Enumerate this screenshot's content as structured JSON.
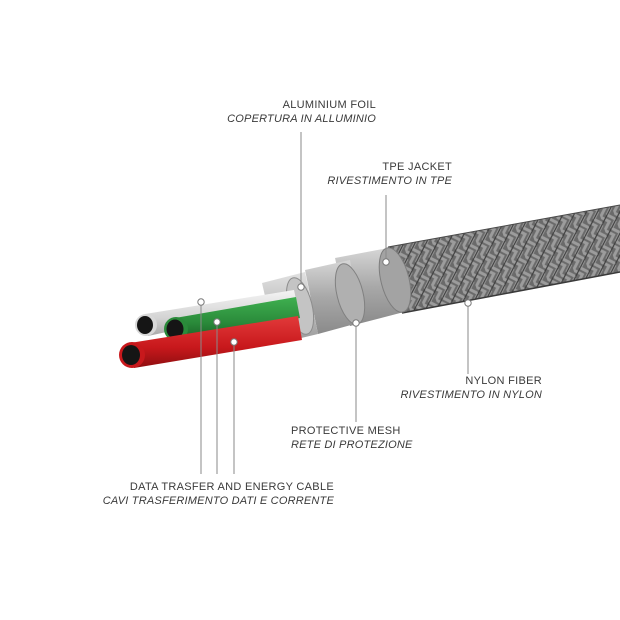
{
  "labels": {
    "aluminium_foil": {
      "en": "ALUMINIUM FOIL",
      "it": "COPERTURA IN ALLUMINIO"
    },
    "tpe_jacket": {
      "en": "TPE JACKET",
      "it": "RIVESTIMENTO IN TPE"
    },
    "nylon_fiber": {
      "en": "NYLON FIBER",
      "it": "RIVESTIMENTO IN NYLON"
    },
    "protective_mesh": {
      "en": "PROTECTIVE MESH",
      "it": "RETE DI PROTEZIONE"
    },
    "data_cable": {
      "en": "DATA TRASFER AND ENERGY CABLE",
      "it": "CAVI TRASFERIMENTO DATI E CORRENTE"
    }
  },
  "colors": {
    "wire_red": "#c8181c",
    "wire_green": "#2a8a3a",
    "wire_white": "#dcdcdc",
    "foil": "#b8b8b8",
    "mesh": "#a6a6a6",
    "jacket": "#9a9a9a",
    "braid": "#5a5a5a",
    "leader": "#8a8a8a"
  }
}
